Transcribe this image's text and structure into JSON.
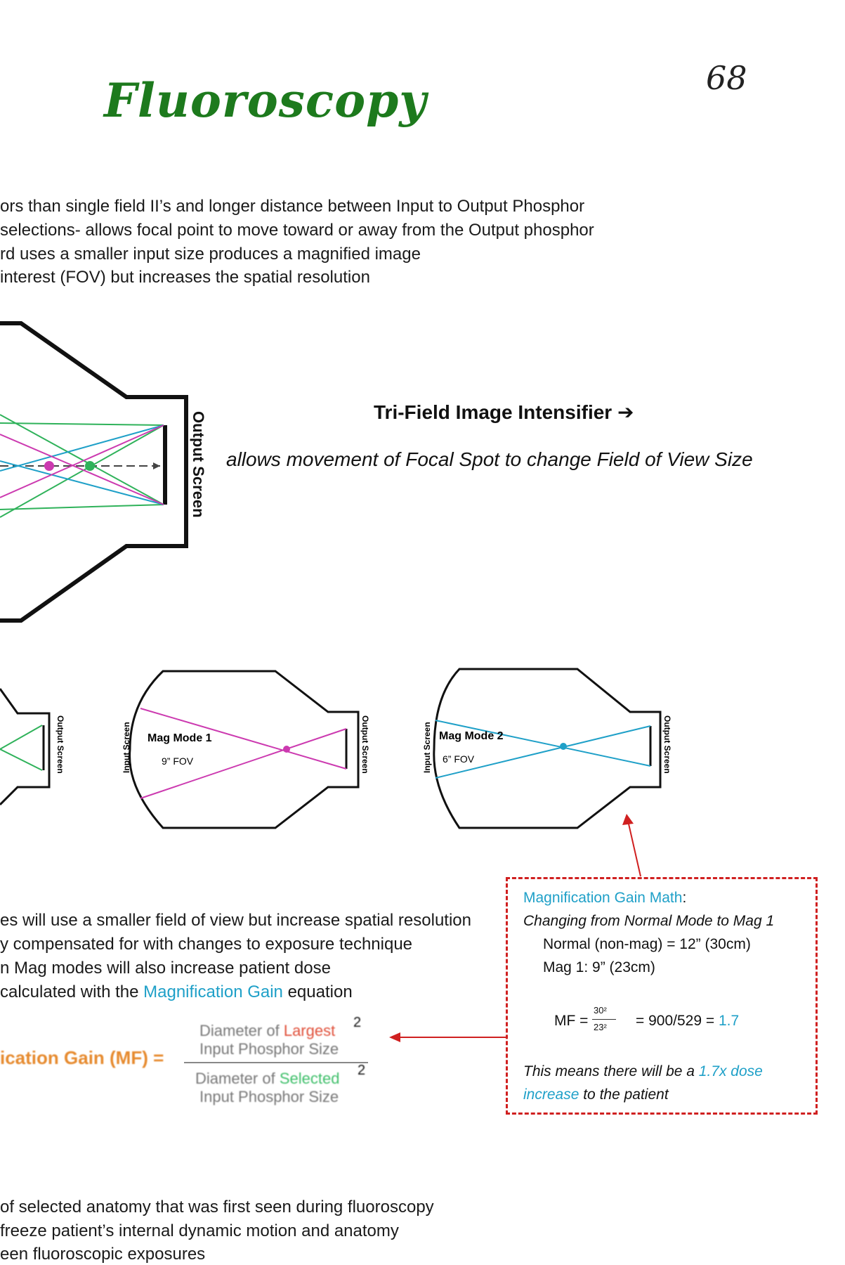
{
  "header": {
    "title": "Fluoroscopy",
    "page_number": "68"
  },
  "intro_lines": [
    "ors than single field II’s and longer distance between Input to Output Phosphor",
    "selections- allows focal point to move toward or away from the Output phosphor",
    "rd uses a smaller input size produces a magnified image",
    "interest (FOV) but increases the spatial resolution"
  ],
  "main_diagram": {
    "output_label": "Output Screen"
  },
  "tri_field": {
    "title": "Tri-Field Image Intensifier ➔",
    "subtitle": "allows movement of Focal Spot to change Field of View Size"
  },
  "small_diagrams": {
    "left_output_label": "Output Screen",
    "mag1": {
      "input_label": "Input Screen",
      "mode": "Mag Mode 1",
      "fov": "9” FOV",
      "output_label": "Output Screen"
    },
    "mag2": {
      "input_label": "Input Screen",
      "mode": "Mag Mode 2",
      "fov": "6” FOV",
      "output_label": "Output Screen"
    }
  },
  "body_lines": {
    "l1": "es will use a smaller field of view but increase spatial resolution",
    "l2": "y compensated for with changes to exposure technique",
    "l3": "n Mag modes will also increase patient dose",
    "l4_pre": " calculated with the ",
    "l4_hl": "Magnification Gain",
    "l4_post": " equation"
  },
  "equation": {
    "label": "ication Gain (MF) =",
    "num_pre": "Diameter of ",
    "num_hl": "Largest",
    "num_line2": "Input Phosphor Size",
    "den_pre": "Diameter of ",
    "den_hl": "Selected",
    "den_line2": "Input Phosphor Size",
    "exponent": "2"
  },
  "mf_box": {
    "title_hl": "Magnification Gain Math",
    "title_colon": ":",
    "subtitle": "Changing from Normal Mode to Mag 1",
    "normal": "Normal (non-mag) = 12” (30cm)",
    "mag1": "Mag 1:  9” (23cm)",
    "mf_label": "MF =",
    "mf_num": "30²",
    "mf_den": "23²",
    "mf_eq": "=   900/529 = ",
    "mf_result": "1.7",
    "conclusion_pre": "This means there will be a ",
    "conclusion_hl1": "1.7x dose",
    "conclusion_hl2": "increase",
    "conclusion_post": " to the patient"
  },
  "footer_lines": [
    "of selected anatomy that was first seen during fluoroscopy",
    "freeze patient’s internal dynamic motion and anatomy",
    "een fluoroscopic exposures"
  ],
  "colors": {
    "title_green": "#1d7a1d",
    "accent_cyan": "#1fa0c8",
    "magenta": "#cc3ab0",
    "green": "#2fb25a",
    "red": "#d02020",
    "orange": "#e68a2e"
  }
}
